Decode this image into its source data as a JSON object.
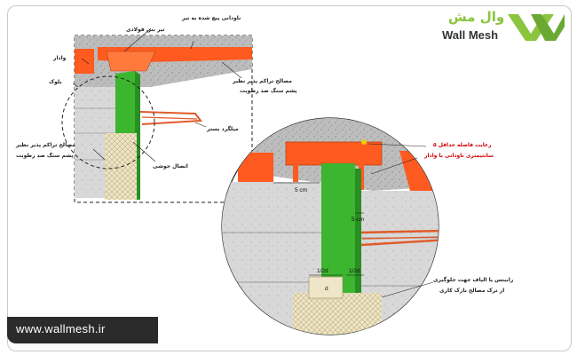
{
  "brand": {
    "name_fa": "وال مش",
    "name_en": "Wall Mesh",
    "green": "#8bc43f",
    "website": "www.wallmesh.ir"
  },
  "colors": {
    "orange": "#ff5a1f",
    "green_block": "#3cb52f",
    "concrete": "#b9b9b9",
    "block": "#d7d7d7",
    "mesh": "#f0e7c8",
    "lines": "#e05b2a"
  },
  "labels_left": {
    "top": "ناودانی پیچ شده به تیر",
    "beam": "تیر بتن فولادی",
    "wall_left": "وادار",
    "block": "بلوک",
    "filler_right_line1": "مصالح تراکم پذیر نظیر",
    "filler_right_line2": "پشم سنگ ضد رطوبت",
    "filler_left_line1": "مصالح تراکم پذیر نظیر",
    "filler_left_line2": "پشم سنگ ضد رطوبت",
    "mesh": "میلگرد بستر",
    "joint": "اتصال جوشی"
  },
  "labels_right": {
    "note_line1": "رعایت فاصله حداقل ۵",
    "note_line2": "سانتیمتری ناودانی با وادار",
    "bottom_line1": "رابیتس یا الیاف جهت جلوگیری",
    "bottom_line2": "از ترک مصالح نازک کاری"
  },
  "dims": {
    "gap_left": "5 cm",
    "gap_right": "5 cm",
    "half_left": "1/2d",
    "half_right": "1/2d",
    "d": "d"
  }
}
